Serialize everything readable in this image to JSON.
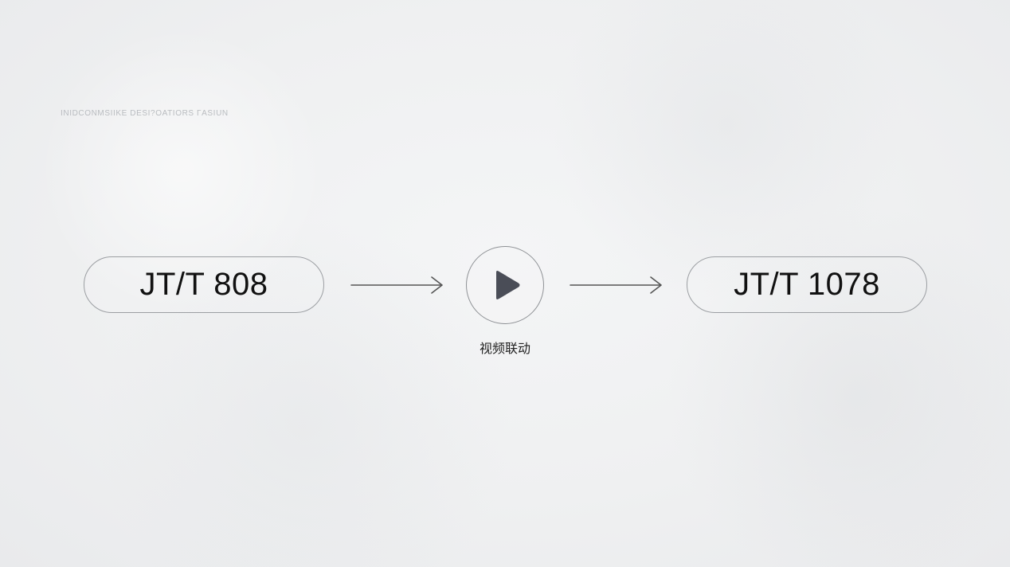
{
  "caption": "INIDCONMSIIKE DESI?OATIORS ΓASIUN",
  "nodes": {
    "left": {
      "label": "JT/T 808"
    },
    "middle": {
      "label": "视频联动",
      "icon": "play-icon"
    },
    "right": {
      "label": "JT/T 1078"
    }
  },
  "colors": {
    "text": "#111111",
    "stroke": "#9b9ea2",
    "play_icon": "#4a4d57",
    "arrow": "#555555"
  }
}
